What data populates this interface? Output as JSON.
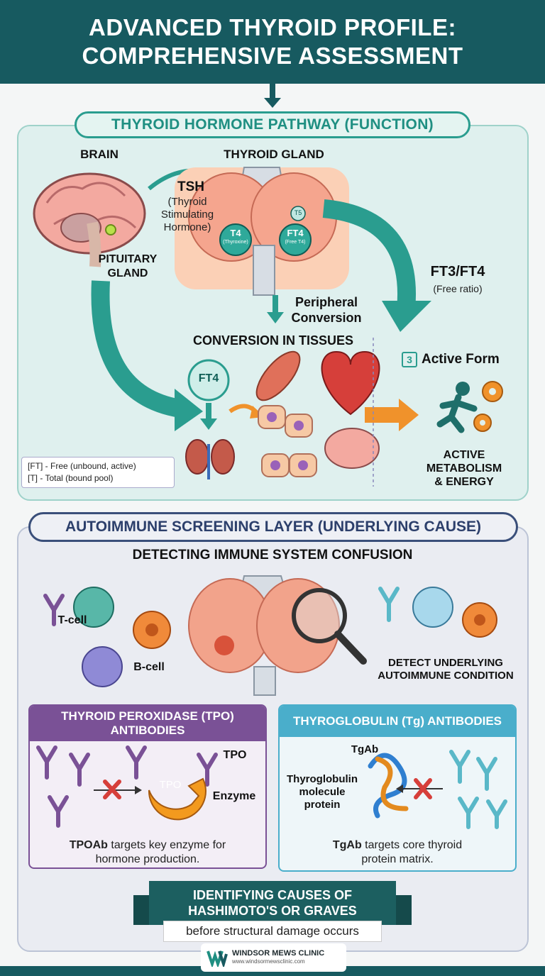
{
  "header": {
    "title_line1": "ADVANCED THYROID PROFILE:",
    "title_line2": "COMPREHENSIVE ASSESSMENT"
  },
  "pathway": {
    "section_title": "THYROID HORMONE PATHWAY (FUNCTION)",
    "brain_label": "BRAIN",
    "pituitary_line1": "PITUITARY",
    "pituitary_line2": "GLAND",
    "gland_label": "THYROID GLAND",
    "tsh_label": "TSH",
    "tsh_desc_1": "(Thyroid",
    "tsh_desc_2": "Stimulating",
    "tsh_desc_3": "Hormone)",
    "t4_label": "T4",
    "t4_sub": "(Thyroxine)",
    "ft4_label": "FT4",
    "ft4_sub": "(Free T4)",
    "t5_badge": "T5",
    "ratio_label": "FT3/FT4",
    "ratio_sub": "(Free ratio)",
    "peripheral_line1": "Peripheral",
    "peripheral_line2": "Conversion",
    "tissues_title": "CONVERSION IN TISSUES",
    "tissue_ft4": "FT4",
    "active_num": "3",
    "active_form": "Active Form",
    "metab_line1": "ACTIVE",
    "metab_line2": "METABOLISM",
    "metab_line3": "& ENERGY",
    "legend_ft": "[FT] - Free (unbound, active)",
    "legend_t": "[T] - Total (bound pool)"
  },
  "autoimmune": {
    "section_title": "AUTOIMMUNE SCREENING LAYER (UNDERLYING CAUSE)",
    "subtitle": "DETECTING IMMUNE SYSTEM CONFUSION",
    "tcell": "T-cell",
    "bcell": "B-cell",
    "detect_line1": "DETECT UNDERLYING",
    "detect_line2": "AUTOIMMUNE CONDITION",
    "tpo_title_1": "THYROID PEROXIDASE (TPO)",
    "tpo_title_2": "ANTIBODIES",
    "tpo_label": "TPO",
    "tpo_enzyme_text": "TPO",
    "enzyme_label": "Enzyme",
    "tpo_caption_bold": "TPOAb",
    "tpo_caption_rest": " targets key enzyme for",
    "tpo_caption_line2": "hormone production.",
    "tg_title": "THYROGLOBULIN (Tg) ANTIBODIES",
    "tgab_label": "TgAb",
    "tg_mol_1": "Thyroglobulin",
    "tg_mol_2": "molecule",
    "tg_mol_3": "protein",
    "tg_caption_bold": "TgAb",
    "tg_caption_rest": " targets core thyroid",
    "tg_caption_line2": "protein matrix."
  },
  "banner": {
    "line1": "IDENTIFYING CAUSES OF",
    "line2": "HASHIMOTO'S OR GRAVES",
    "sub": "before structural damage occurs"
  },
  "footer": {
    "clinic_name": "WINDSOR MEWS CLINIC",
    "clinic_url": "www.windsormewsclinic.com"
  },
  "colors": {
    "header": "#175a60",
    "teal": "#2a9d8f",
    "orange": "#f0922b",
    "purple": "#7a5196",
    "blue": "#4aaecb",
    "navy": "#2c3f6b"
  }
}
